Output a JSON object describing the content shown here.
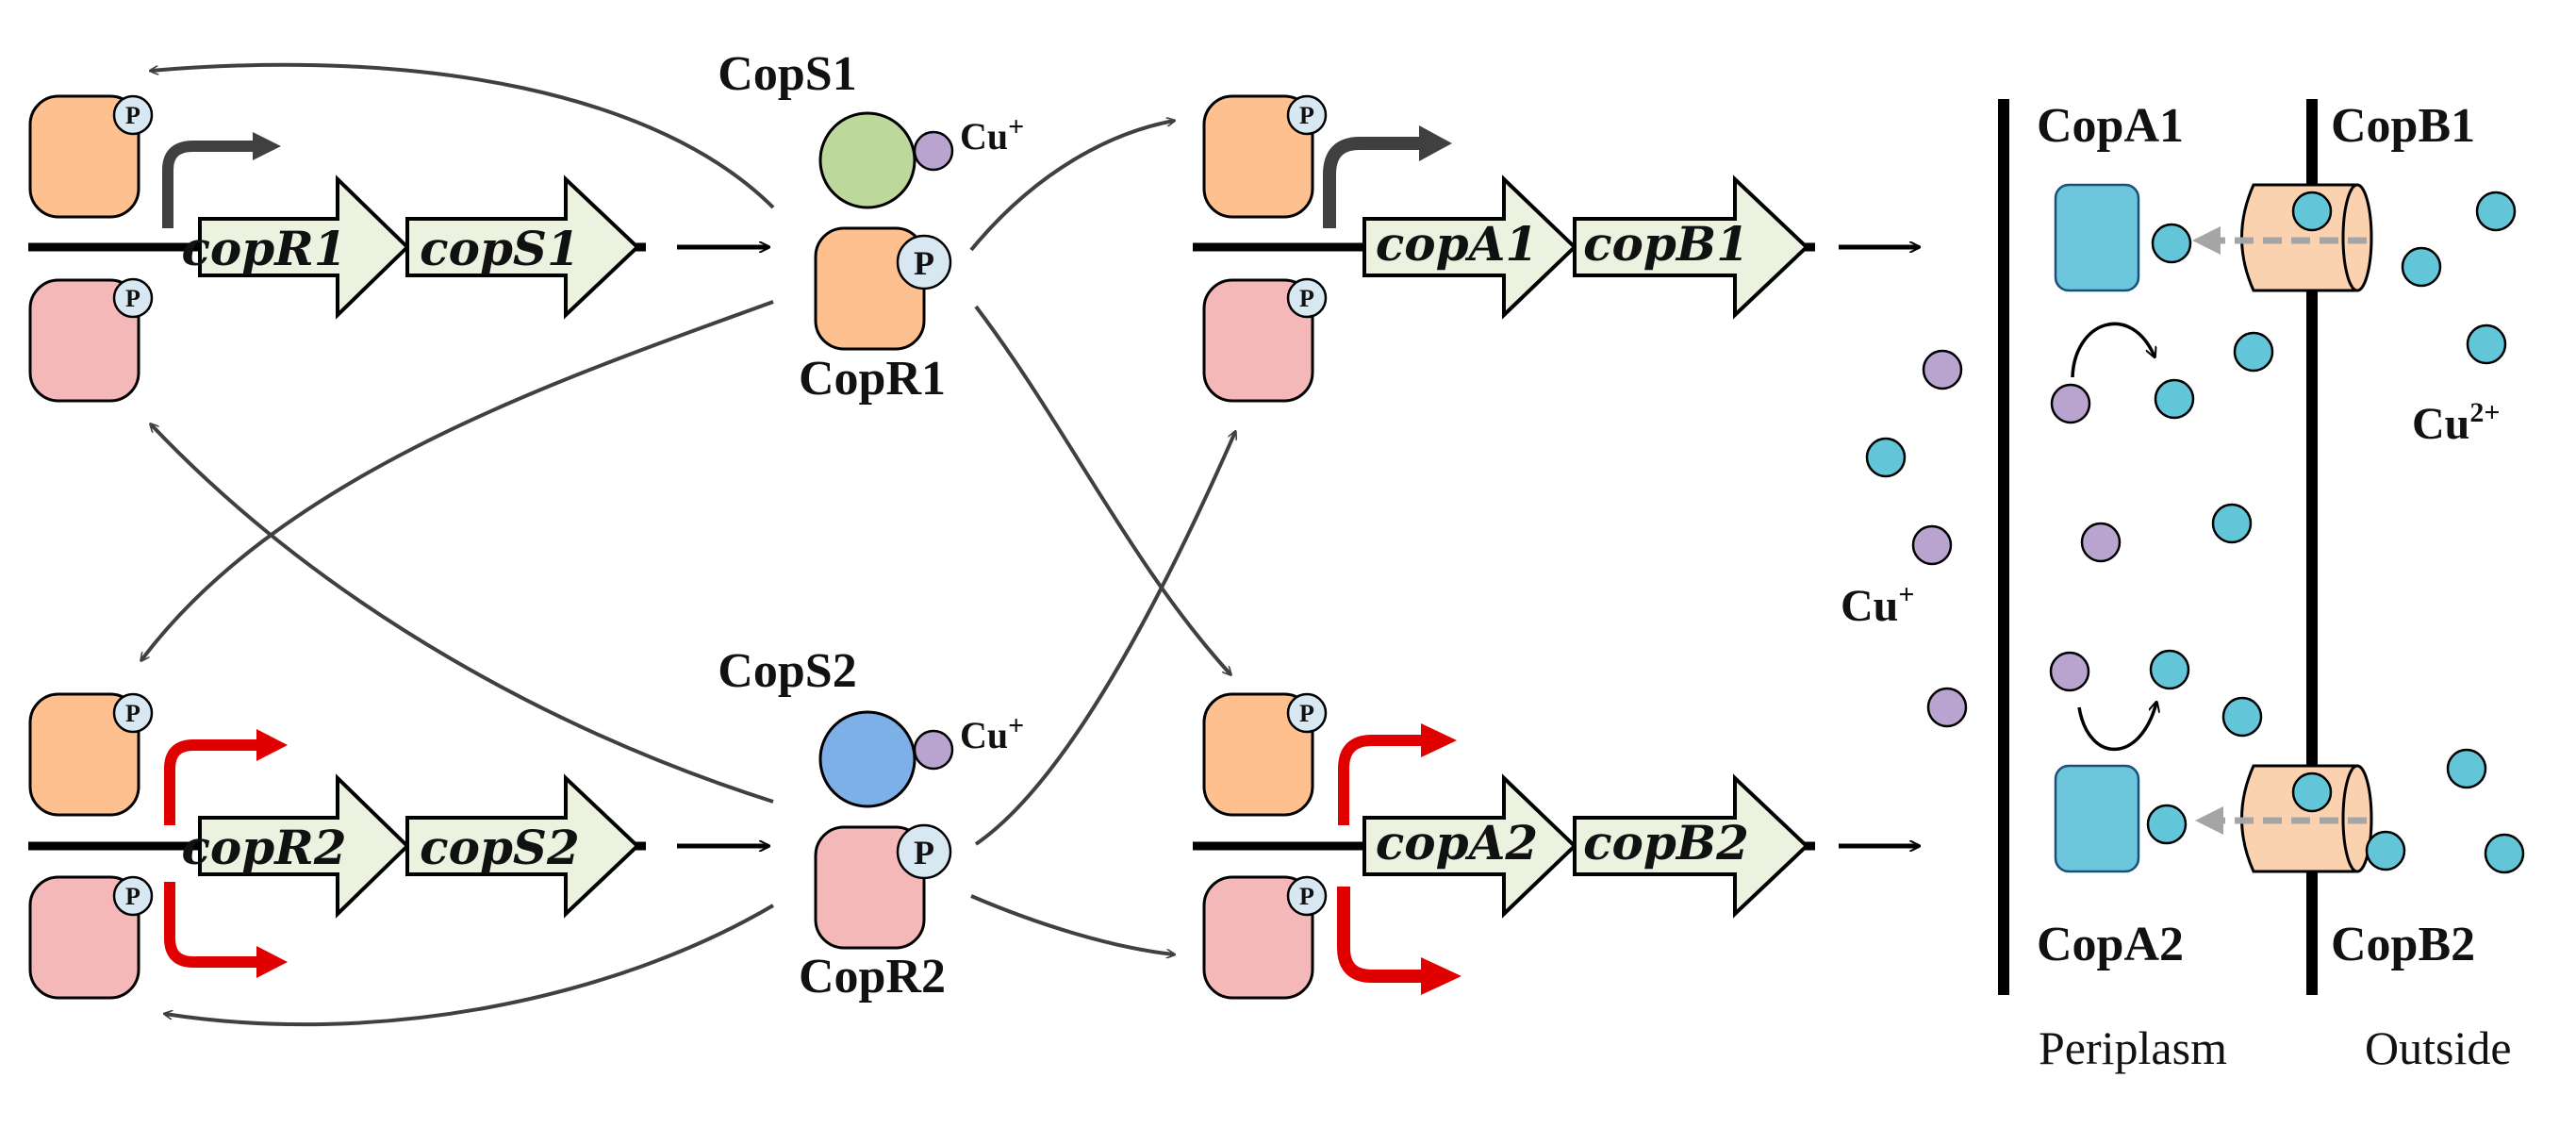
{
  "labels": {
    "copS1": "CopS1",
    "copR1": "CopR1",
    "copS2": "CopS2",
    "copR2": "CopR2",
    "copA1": "CopA1",
    "copB1": "CopB1",
    "copA2": "CopA2",
    "copB2": "CopB2",
    "cu_plus": "Cu",
    "cu_plus_sup": "+",
    "cu_2plus": "Cu",
    "cu_2plus_sup": "2+",
    "phospho": "P",
    "periplasm": "Periplasm",
    "outside": "Outside"
  },
  "genes": {
    "copR1": "copR1",
    "copS1": "copS1",
    "copR2": "copR2",
    "copS2": "copS2",
    "copA1": "copA1",
    "copB1": "copB1",
    "copA2": "copA2",
    "copB2": "copB2"
  },
  "colors": {
    "copR1_fill": "#ffc08f",
    "copR2_fill": "#f5b8b8",
    "copS1_fill": "#bcd89a",
    "copS2_fill": "#7db0e6",
    "phospho_fill": "#d8e8f3",
    "cu_plus_fill": "#b9a3cf",
    "cu_2plus_fill": "#63c5d8",
    "gene_arrow_fill": "#ebf3e0",
    "copA_fill": "#6cc6dc",
    "copB_fill": "#fbd2b0",
    "red_arrow": "#e00000",
    "dark_arrow": "#404040",
    "dashed_arrow": "#a5a5a5"
  }
}
